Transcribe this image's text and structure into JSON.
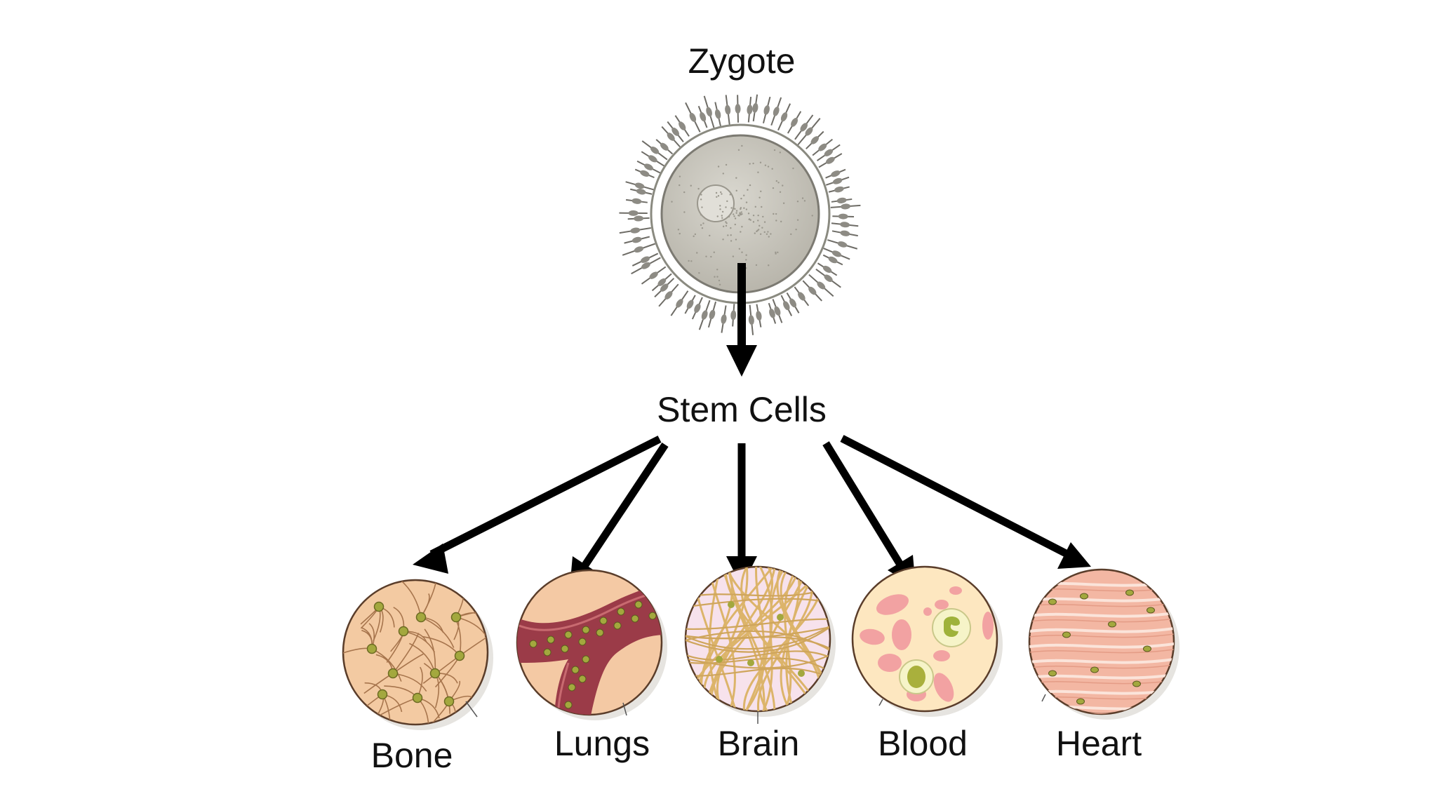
{
  "diagram": {
    "title_node": "Zygote",
    "middle_node": "Stem Cells",
    "targets": [
      {
        "label": "Bone"
      },
      {
        "label": "Lungs"
      },
      {
        "label": "Brain"
      },
      {
        "label": "Blood"
      },
      {
        "label": "Heart"
      }
    ]
  },
  "colors": {
    "arrow": "#000000",
    "bone_bg": "#f3caa2",
    "lungs_bg": "#f4c9a4",
    "lungs_tissue": "#9b3b48",
    "brain_bg": "#f7e2ec",
    "brain_fiber": "#dcb46a",
    "blood_bg": "#fde7c0",
    "blood_cell": "#f2a2a2",
    "heart_bg": "#f3b7a3",
    "nucleus": "#a3a83e"
  }
}
